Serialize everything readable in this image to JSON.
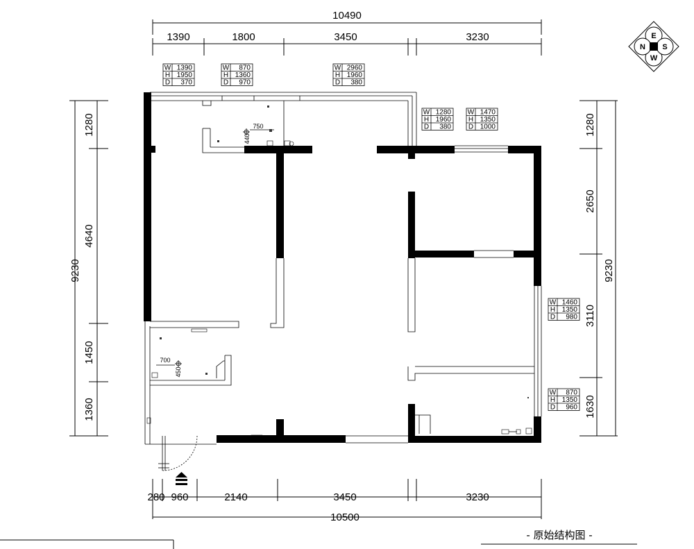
{
  "title": "- 原始结构图 -",
  "compass": {
    "n": "N",
    "e": "E",
    "s": "S",
    "w": "W"
  },
  "dims": {
    "top_total": "10490",
    "top_segments": [
      "1390",
      "1800",
      "3450",
      "3230"
    ],
    "bottom_total": "10500",
    "bottom_segments": [
      "280",
      "960",
      "2140",
      "3450",
      "3230"
    ],
    "left_total": "9230",
    "left_segments": [
      "1280",
      "4640",
      "1450",
      "1360"
    ],
    "right_total": "9230",
    "right_segments": [
      "1280",
      "2650",
      "3110",
      "1630"
    ]
  },
  "windows": [
    {
      "id": "w1",
      "rows": [
        [
          "W",
          "1390"
        ],
        [
          "H",
          "1950"
        ],
        [
          "D",
          "370"
        ]
      ]
    },
    {
      "id": "w2",
      "rows": [
        [
          "W",
          "870"
        ],
        [
          "H",
          "1360"
        ],
        [
          "D",
          "970"
        ]
      ]
    },
    {
      "id": "w3",
      "rows": [
        [
          "W",
          "2960"
        ],
        [
          "H",
          "1960"
        ],
        [
          "D",
          "380"
        ]
      ]
    },
    {
      "id": "w4",
      "rows": [
        [
          "W",
          "1280"
        ],
        [
          "H",
          "1960"
        ],
        [
          "D",
          "380"
        ]
      ]
    },
    {
      "id": "w5",
      "rows": [
        [
          "W",
          "1470"
        ],
        [
          "H",
          "1350"
        ],
        [
          "D",
          "1000"
        ]
      ]
    },
    {
      "id": "w6",
      "rows": [
        [
          "W",
          "1460"
        ],
        [
          "H",
          "1350"
        ],
        [
          "D",
          "980"
        ]
      ]
    },
    {
      "id": "w7",
      "rows": [
        [
          "W",
          "870"
        ],
        [
          "H",
          "1350"
        ],
        [
          "D",
          "960"
        ]
      ]
    }
  ],
  "fixture_labels": {
    "kitchen_w": "750",
    "kitchen_h": "440",
    "bath_w": "700",
    "bath_h": "450"
  }
}
